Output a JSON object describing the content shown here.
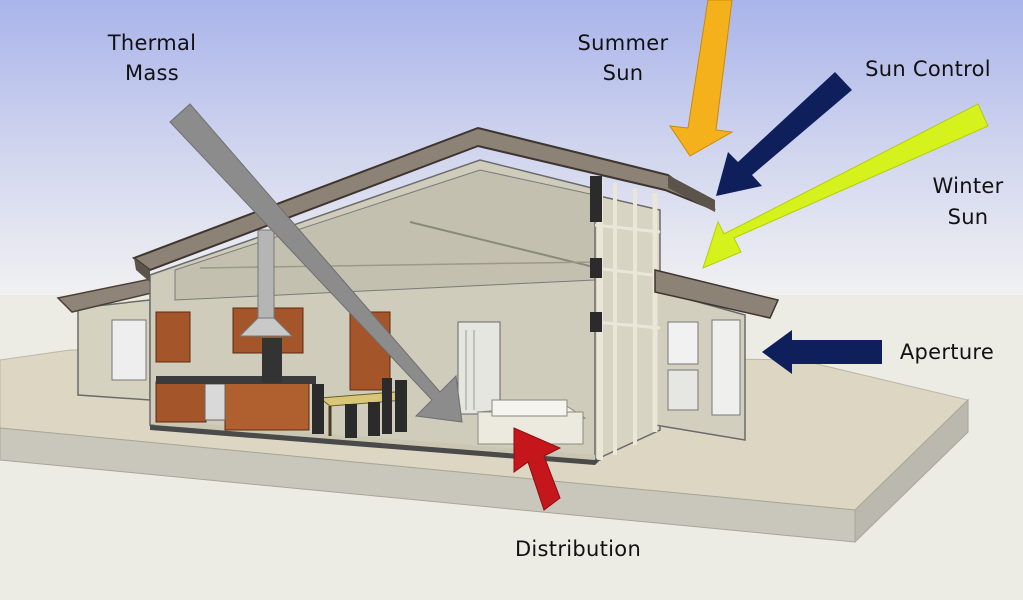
{
  "labels": {
    "thermal_mass_line1": "Thermal",
    "thermal_mass_line2": "Mass",
    "summer_sun_line1": "Summer",
    "summer_sun_line2": "Sun",
    "sun_control": "Sun Control",
    "winter_sun_line1": "Winter",
    "winter_sun_line2": "Sun",
    "aperture": "Aperture",
    "distribution": "Distribution"
  },
  "colors": {
    "thermal_mass_arrow": "#8c8c8c",
    "summer_sun_arrow": "#f5b11c",
    "sun_control_arrow": "#0e1f5c",
    "winter_sun_arrow": "#d6f21c",
    "aperture_arrow": "#0e1f5c",
    "distribution_arrow": "#c4161b",
    "sky_top": "#a9b4ea",
    "sky_bottom": "#f0f0f0",
    "ground": "#ddd7c4"
  }
}
